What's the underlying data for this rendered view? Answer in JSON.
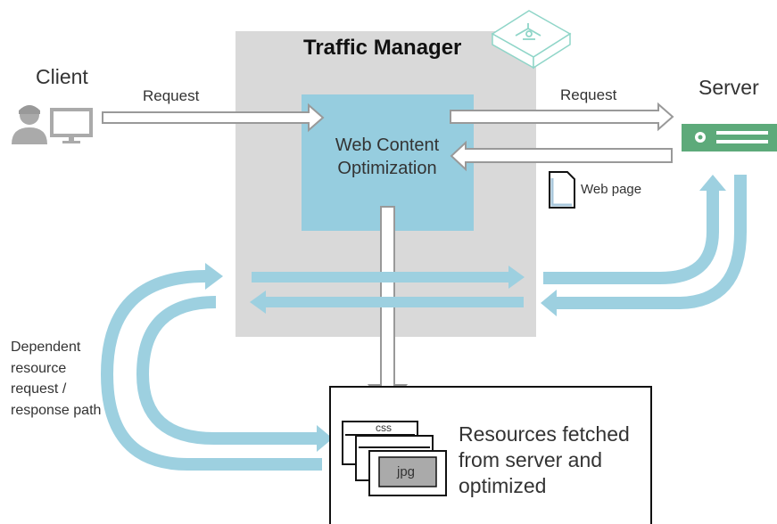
{
  "title": "Traffic Manager",
  "client": {
    "label": "Client"
  },
  "server": {
    "label": "Server"
  },
  "flows": {
    "client_request": "Request",
    "server_request": "Request"
  },
  "web_content_optimization": {
    "label": "Web Content Optimization"
  },
  "web_page": {
    "label": "Web page"
  },
  "dependent_path": {
    "label": "Dependent resource request / response path"
  },
  "resources": {
    "label": "Resources fetched from server and optimized",
    "css_label": "css",
    "jpg_label": "jpg"
  },
  "colors": {
    "traffic_manager_bg": "#d9d9d9",
    "wco_box": "#96cddf",
    "flow_arrow": "#9dd0e0",
    "server_green": "#5daa7a",
    "icon_gray": "#aaaaaa",
    "hollow_arrow_stroke": "#999999",
    "device_icon_border": "#8fd5c8"
  },
  "icons": {
    "client_person": "user-icon",
    "client_computer": "monitor-icon",
    "server": "server-icon",
    "traffic_manager_device": "router-device-icon",
    "web_page": "document-icon"
  }
}
